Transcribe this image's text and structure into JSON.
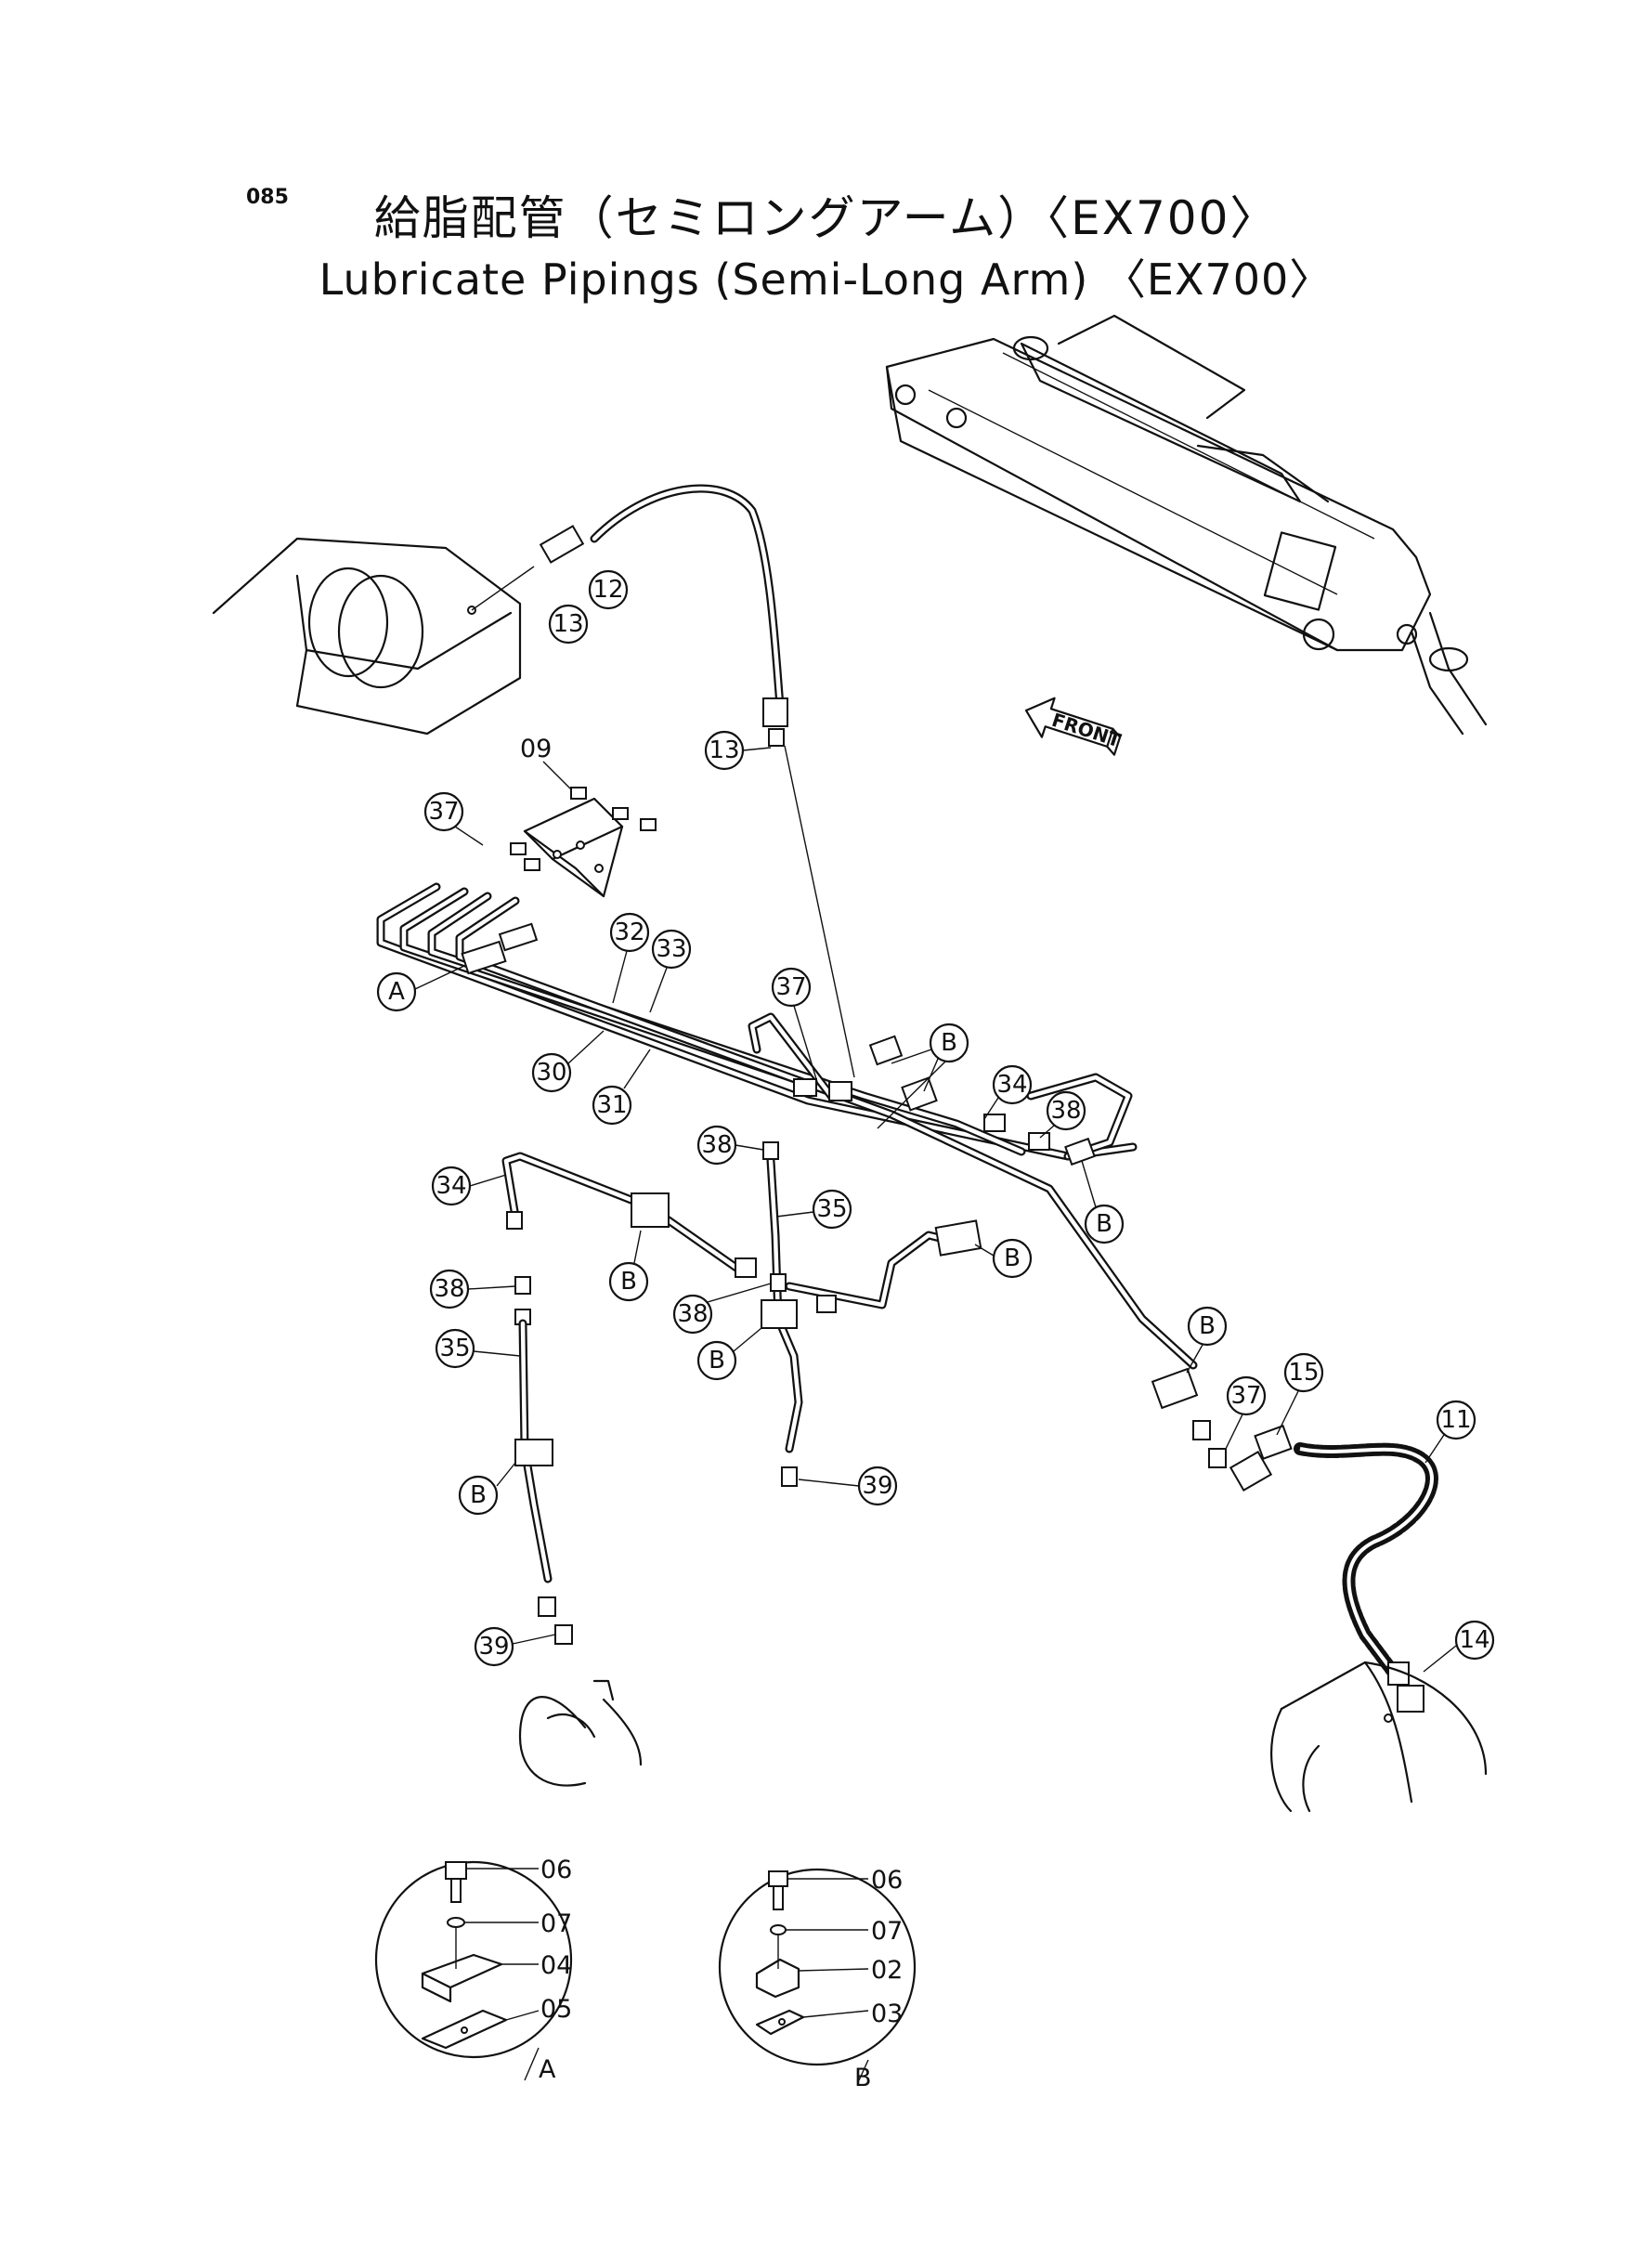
{
  "page_number": "085",
  "title_jp": "給脂配管（セミロングアーム）〈EX700〉",
  "title_en": "Lubricate Pipings (Semi-Long Arm) 〈EX700〉",
  "front_label": "FRONT",
  "callouts": {
    "c12": "12",
    "c13a": "13",
    "c13b": "13",
    "c09": "09",
    "c37a": "37",
    "cA": "A",
    "c32": "32",
    "c33": "33",
    "c30": "30",
    "c31": "31",
    "c37b": "37",
    "cB1": "B",
    "c34a": "34",
    "c38a": "38",
    "c38b": "38",
    "c35a": "35",
    "c34b": "34",
    "cB2": "B",
    "cB3": "B",
    "c38c": "38",
    "c38d": "38",
    "cB4": "B",
    "c35b": "35",
    "cB5": "B",
    "c39a": "39",
    "cB6": "B",
    "c37c": "37",
    "c15": "15",
    "c11": "11",
    "cB7": "B",
    "c39b": "39",
    "c14": "14"
  },
  "detail_a": {
    "label": "A",
    "parts": [
      "06",
      "07",
      "04",
      "05"
    ]
  },
  "detail_b": {
    "label": "B",
    "parts": [
      "06",
      "07",
      "02",
      "03"
    ]
  }
}
